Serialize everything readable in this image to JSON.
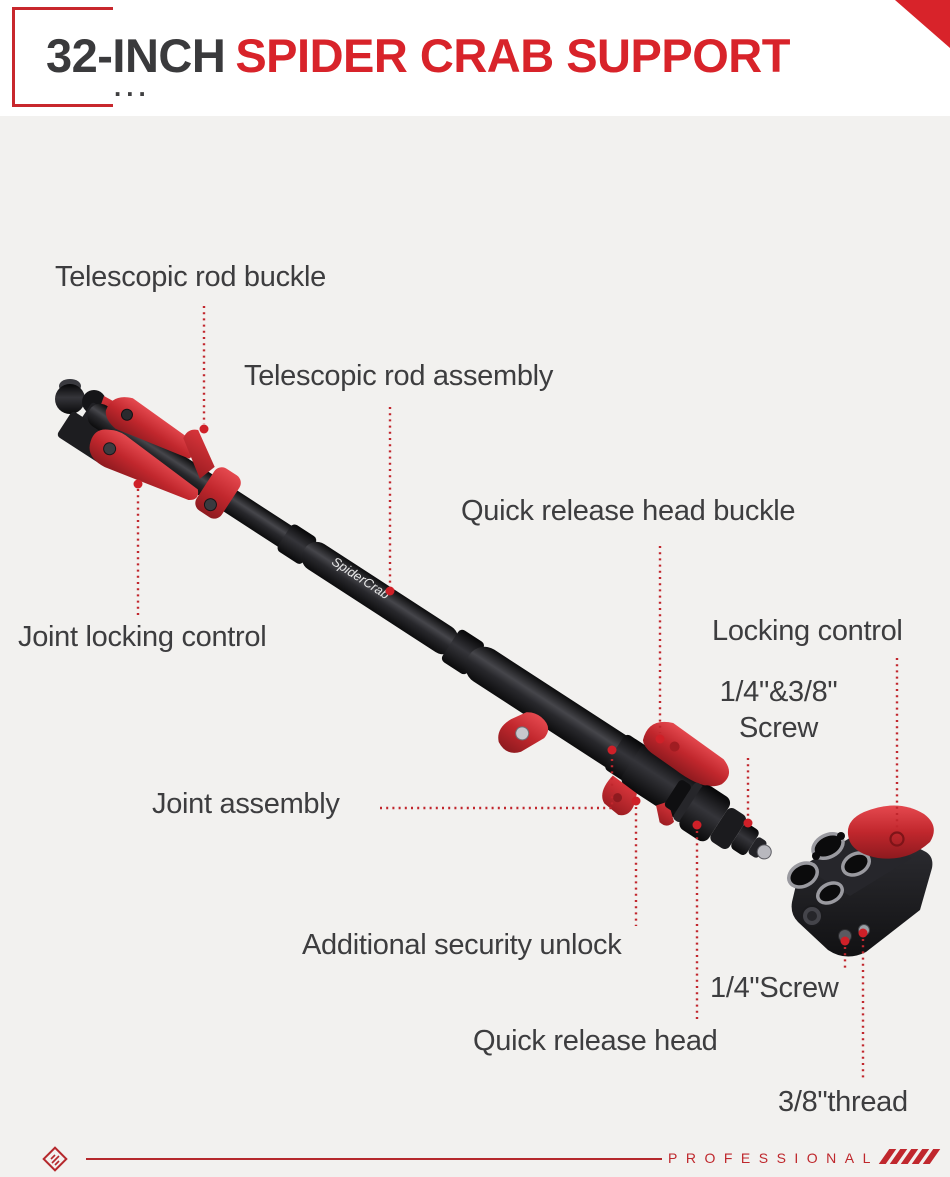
{
  "header": {
    "title_prefix": "32-INCH",
    "title_main": "SPIDER CRAB SUPPORT",
    "dots": "..."
  },
  "product": {
    "brand_marking": "SpiderCrab"
  },
  "callouts": {
    "telescopic_rod_buckle": "Telescopic rod buckle",
    "telescopic_rod_assembly": "Telescopic rod assembly",
    "quick_release_head_buckle": "Quick release head buckle",
    "joint_locking_control": "Joint locking control",
    "locking_control": "Locking control",
    "screw_14_38_line1": "1/4\"&3/8\"",
    "screw_14_38_line2": "Screw",
    "joint_assembly": "Joint assembly",
    "additional_security_unlock": "Additional security unlock",
    "screw_14": "1/4\"Screw",
    "quick_release_head": "Quick release head",
    "thread_38": "3/8\"thread"
  },
  "footer": {
    "brand_text": "PROFESSIONAL"
  },
  "colors": {
    "accent_red": "#d8232a",
    "leader_red": "#c1272d",
    "label_text": "#3d3d3f",
    "background": "#f2f1ef",
    "header_background": "#ffffff"
  }
}
